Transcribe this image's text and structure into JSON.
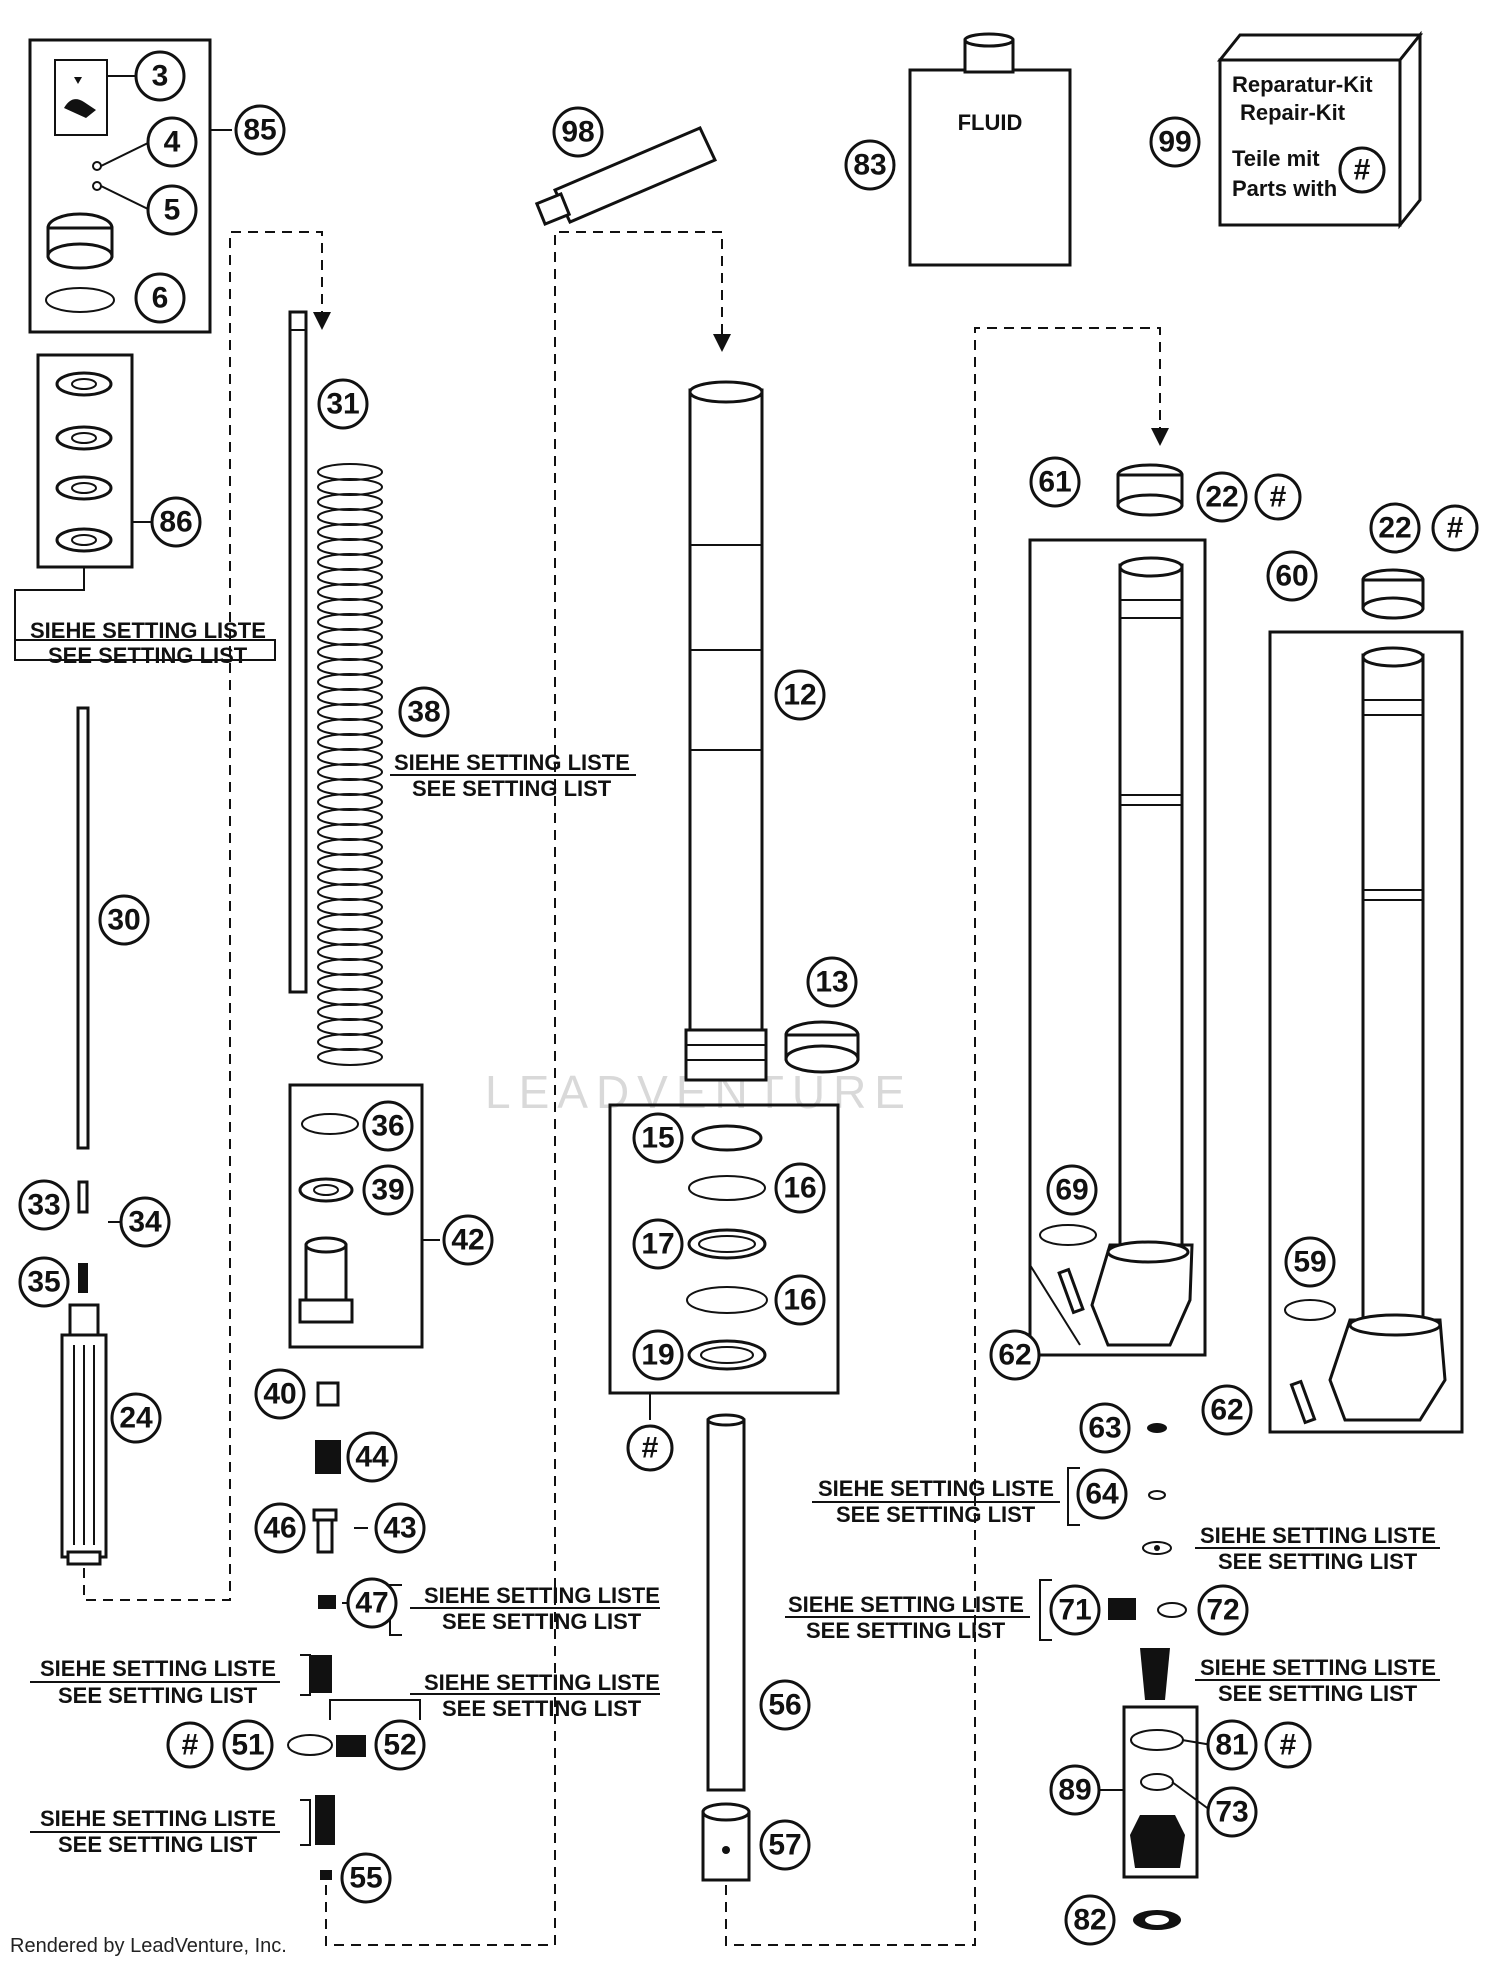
{
  "diagram": {
    "setting_label_de": "SIEHE SETTING LISTE",
    "setting_label_en": "SEE SETTING LIST",
    "fluid_label": "FLUID",
    "repair_kit": {
      "line1": "Reparatur-Kit",
      "line2": "Repair-Kit",
      "line3": "Teile mit",
      "line4": "Parts with",
      "symbol": "#"
    },
    "hash_symbol": "#",
    "watermark": "LEADVENTURE",
    "footer": "Rendered by LeadVenture, Inc.",
    "callouts": [
      {
        "id": "c3",
        "label": "3"
      },
      {
        "id": "c4",
        "label": "4"
      },
      {
        "id": "c5",
        "label": "5"
      },
      {
        "id": "c6",
        "label": "6"
      },
      {
        "id": "c85",
        "label": "85"
      },
      {
        "id": "c86",
        "label": "86"
      },
      {
        "id": "c98",
        "label": "98"
      },
      {
        "id": "c83",
        "label": "83"
      },
      {
        "id": "c99",
        "label": "99"
      },
      {
        "id": "c31",
        "label": "31"
      },
      {
        "id": "c38",
        "label": "38"
      },
      {
        "id": "c30",
        "label": "30"
      },
      {
        "id": "c12",
        "label": "12"
      },
      {
        "id": "c13",
        "label": "13"
      },
      {
        "id": "c61",
        "label": "61"
      },
      {
        "id": "c22a",
        "label": "22"
      },
      {
        "id": "c22b",
        "label": "22"
      },
      {
        "id": "c60",
        "label": "60"
      },
      {
        "id": "c36",
        "label": "36"
      },
      {
        "id": "c39",
        "label": "39"
      },
      {
        "id": "c42",
        "label": "42"
      },
      {
        "id": "c15",
        "label": "15"
      },
      {
        "id": "c16a",
        "label": "16"
      },
      {
        "id": "c17",
        "label": "17"
      },
      {
        "id": "c16b",
        "label": "16"
      },
      {
        "id": "c19",
        "label": "19"
      },
      {
        "id": "c69",
        "label": "69"
      },
      {
        "id": "c59",
        "label": "59"
      },
      {
        "id": "c62a",
        "label": "62"
      },
      {
        "id": "c62b",
        "label": "62"
      },
      {
        "id": "c33",
        "label": "33"
      },
      {
        "id": "c34",
        "label": "34"
      },
      {
        "id": "c35",
        "label": "35"
      },
      {
        "id": "c24",
        "label": "24"
      },
      {
        "id": "c40",
        "label": "40"
      },
      {
        "id": "c44",
        "label": "44"
      },
      {
        "id": "c46",
        "label": "46"
      },
      {
        "id": "c43",
        "label": "43"
      },
      {
        "id": "c47",
        "label": "47"
      },
      {
        "id": "c51",
        "label": "51"
      },
      {
        "id": "c52",
        "label": "52"
      },
      {
        "id": "c55",
        "label": "55"
      },
      {
        "id": "c56",
        "label": "56"
      },
      {
        "id": "c57",
        "label": "57"
      },
      {
        "id": "c63",
        "label": "63"
      },
      {
        "id": "c64",
        "label": "64"
      },
      {
        "id": "c71",
        "label": "71"
      },
      {
        "id": "c72",
        "label": "72"
      },
      {
        "id": "c81",
        "label": "81"
      },
      {
        "id": "c89",
        "label": "89"
      },
      {
        "id": "c73",
        "label": "73"
      },
      {
        "id": "c82",
        "label": "82"
      }
    ],
    "hash_markers": [
      {
        "id": "h22a"
      },
      {
        "id": "h22b"
      },
      {
        "id": "hKit"
      },
      {
        "id": "hSeals"
      },
      {
        "id": "h51"
      },
      {
        "id": "h81"
      }
    ]
  }
}
